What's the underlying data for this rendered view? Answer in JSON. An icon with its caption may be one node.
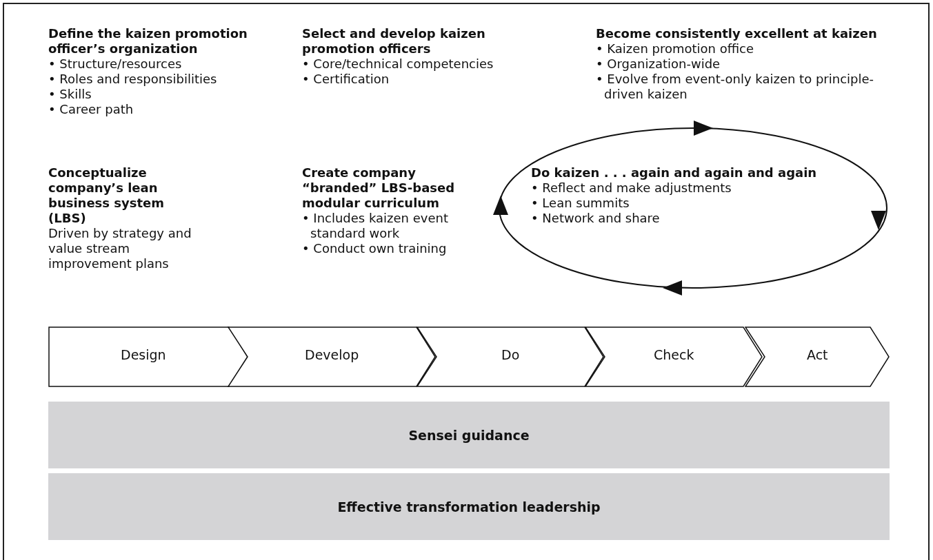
{
  "diagram": {
    "nodes": [
      {
        "text": [
          "Design"
        ]
      },
      {
        "text": [
          "Develop"
        ]
      },
      {
        "text": [
          "Do"
        ]
      },
      {
        "text": [
          "Check"
        ]
      },
      {
        "text": [
          "Act"
        ]
      },
      {
        "text": [
          "Sensei guidance"
        ]
      },
      {
        "text": [
          "Effective transformation leadership"
        ]
      },
      {
        "text": [
          "Do kaizen . . . again and again and again",
          "• Reflect and make adjustments",
          "• Lean summits",
          "• Network and share"
        ]
      }
    ],
    "labels": [
      "Define the kaizen promotion officer’s organization",
      "• Structure/resources",
      "• Roles and responsibilities",
      "• Skills",
      "• Career path",
      "Select and develop kaizen promotion officers",
      "• Core/technical competencies",
      "• Certification",
      "Become consistently excellent at kaizen",
      "• Kaizen promotion office",
      "• Organization-wide",
      "• Evolve from event-only kaizen to principle-driven kaizen",
      "Conceptualize company’s lean business system (LBS)",
      "Driven by strategy and value stream improvement plans",
      "Create company “branded” LBS-based modular curriculum",
      "• Includes kaizen event standard work",
      "• Conduct own training"
    ]
  }
}
